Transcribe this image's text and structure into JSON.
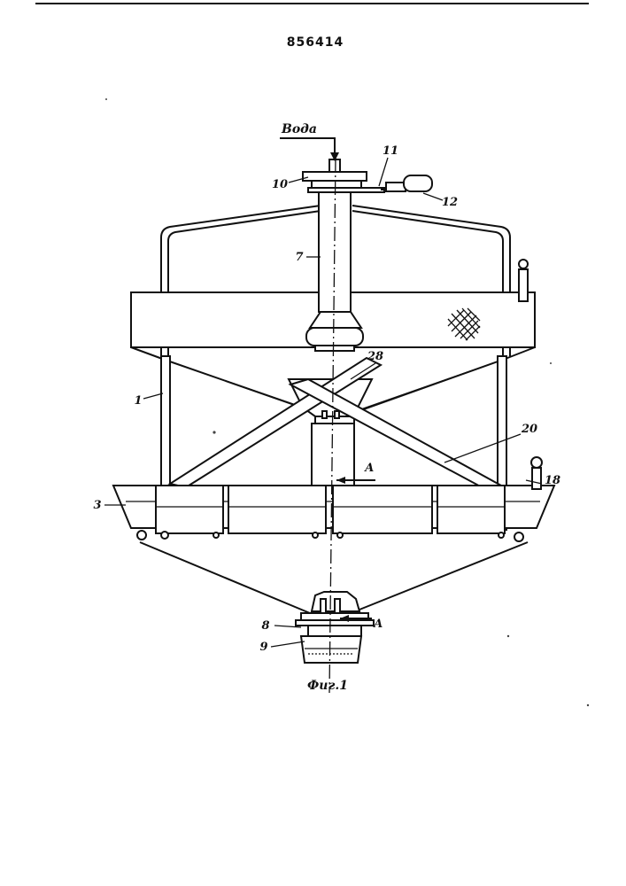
{
  "patent_number": "856414",
  "inlet_label": "Вода",
  "figure_caption": "Фиг.1",
  "section_label_upper": "А",
  "section_label_lower": "А",
  "callouts": {
    "c1": "1",
    "c3": "3",
    "c7": "7",
    "c8": "8",
    "c9": "9",
    "c10": "10",
    "c11": "11",
    "c12": "12",
    "c18": "18",
    "c20": "20",
    "c28": "28"
  }
}
